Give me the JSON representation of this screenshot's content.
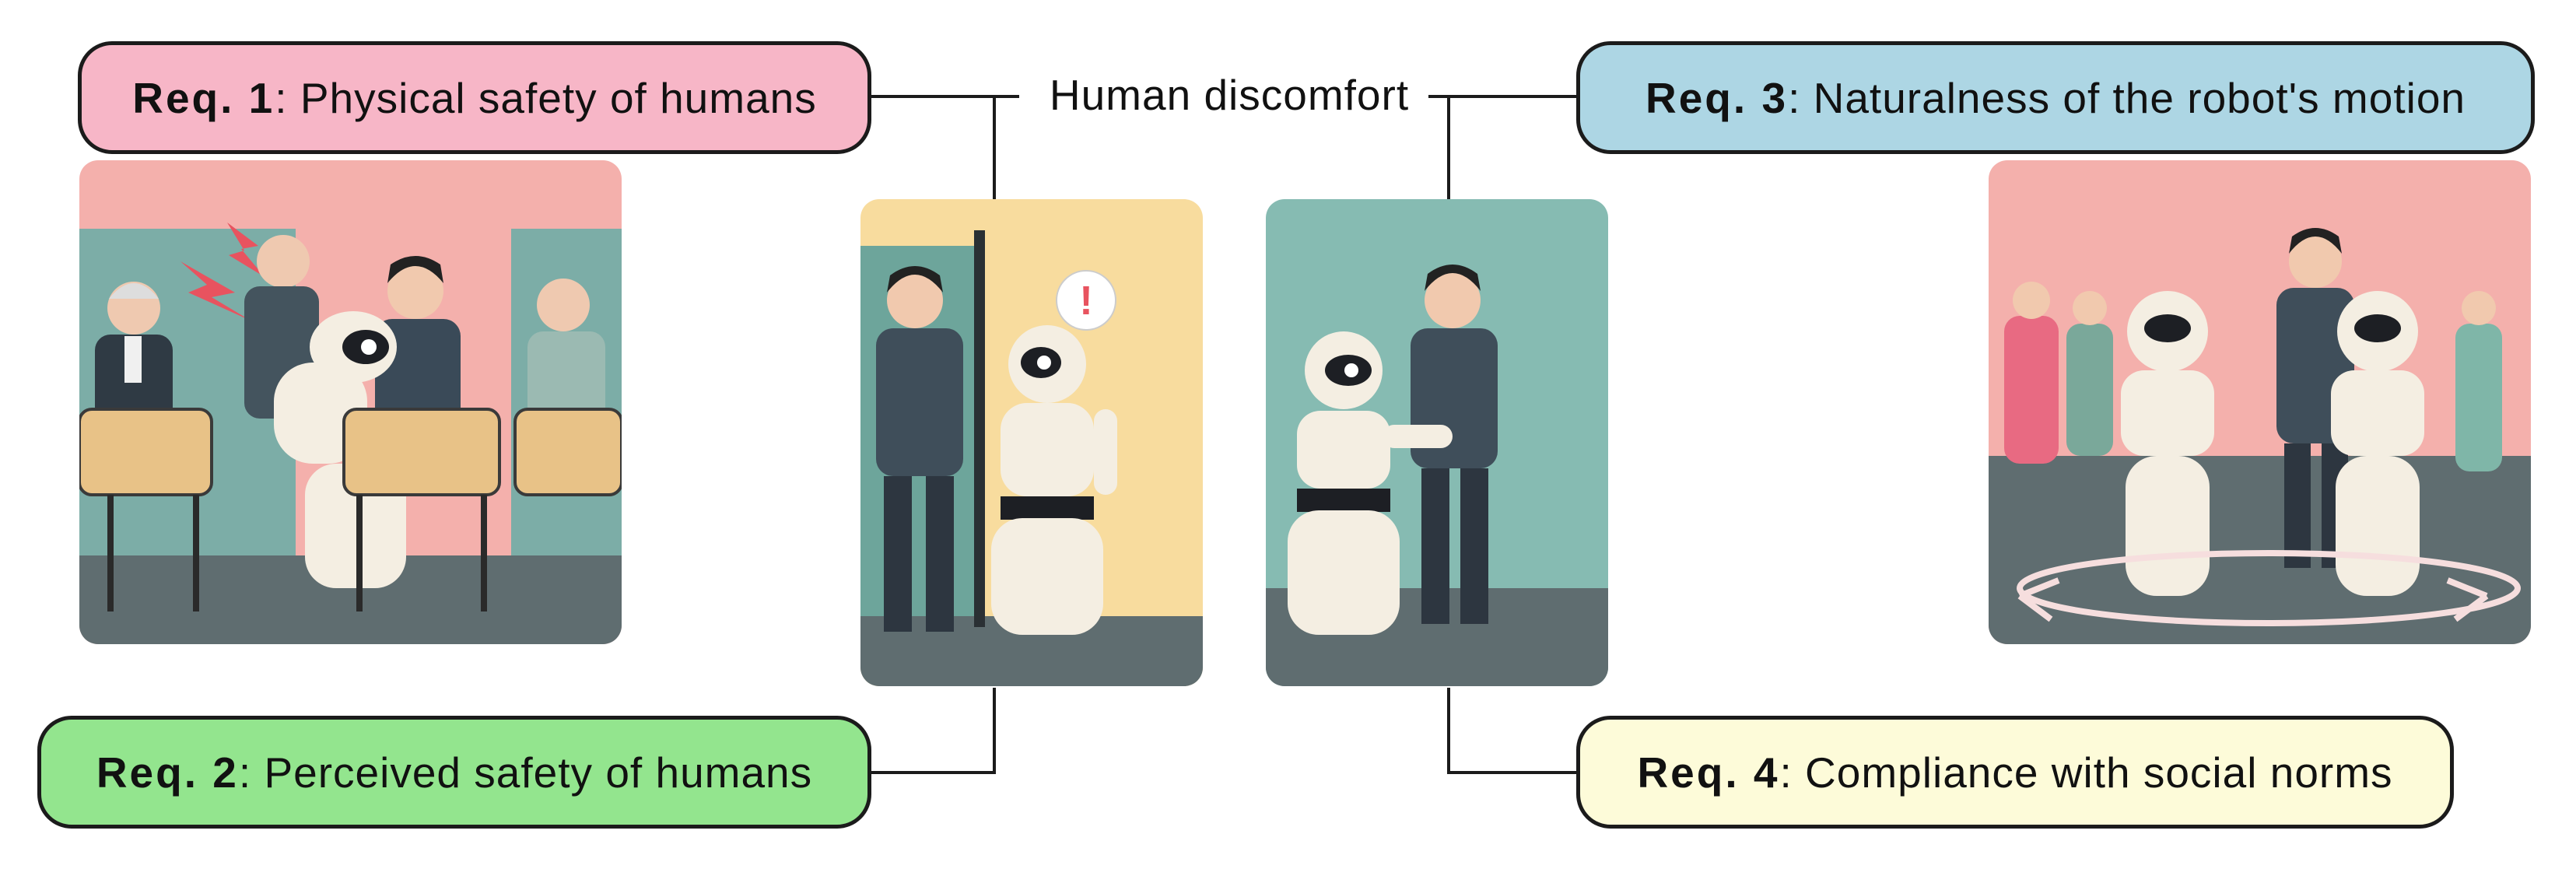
{
  "center_label": "Human discomfort",
  "requirements": {
    "req1": {
      "tag": "Req. 1",
      "text": ": Physical safety of humans",
      "color": "#f7b6c7"
    },
    "req2": {
      "tag": "Req. 2",
      "text": ": Perceived safety of humans",
      "color": "#93e58e"
    },
    "req3": {
      "tag": "Req. 3",
      "text": ": Naturalness of the robot's motion",
      "color": "#add6e4"
    },
    "req4": {
      "tag": "Req. 4",
      "text": ": Compliance with social norms",
      "color": "#fdfbd9"
    }
  },
  "illustrations": {
    "panel1": "restaurant-collision-scene",
    "panel2": "robot-behind-door-surprise-scene",
    "panel3": "robot-touching-person-scene",
    "panel4": "robots-circling-crowd-scene"
  },
  "alert_glyph": "!"
}
